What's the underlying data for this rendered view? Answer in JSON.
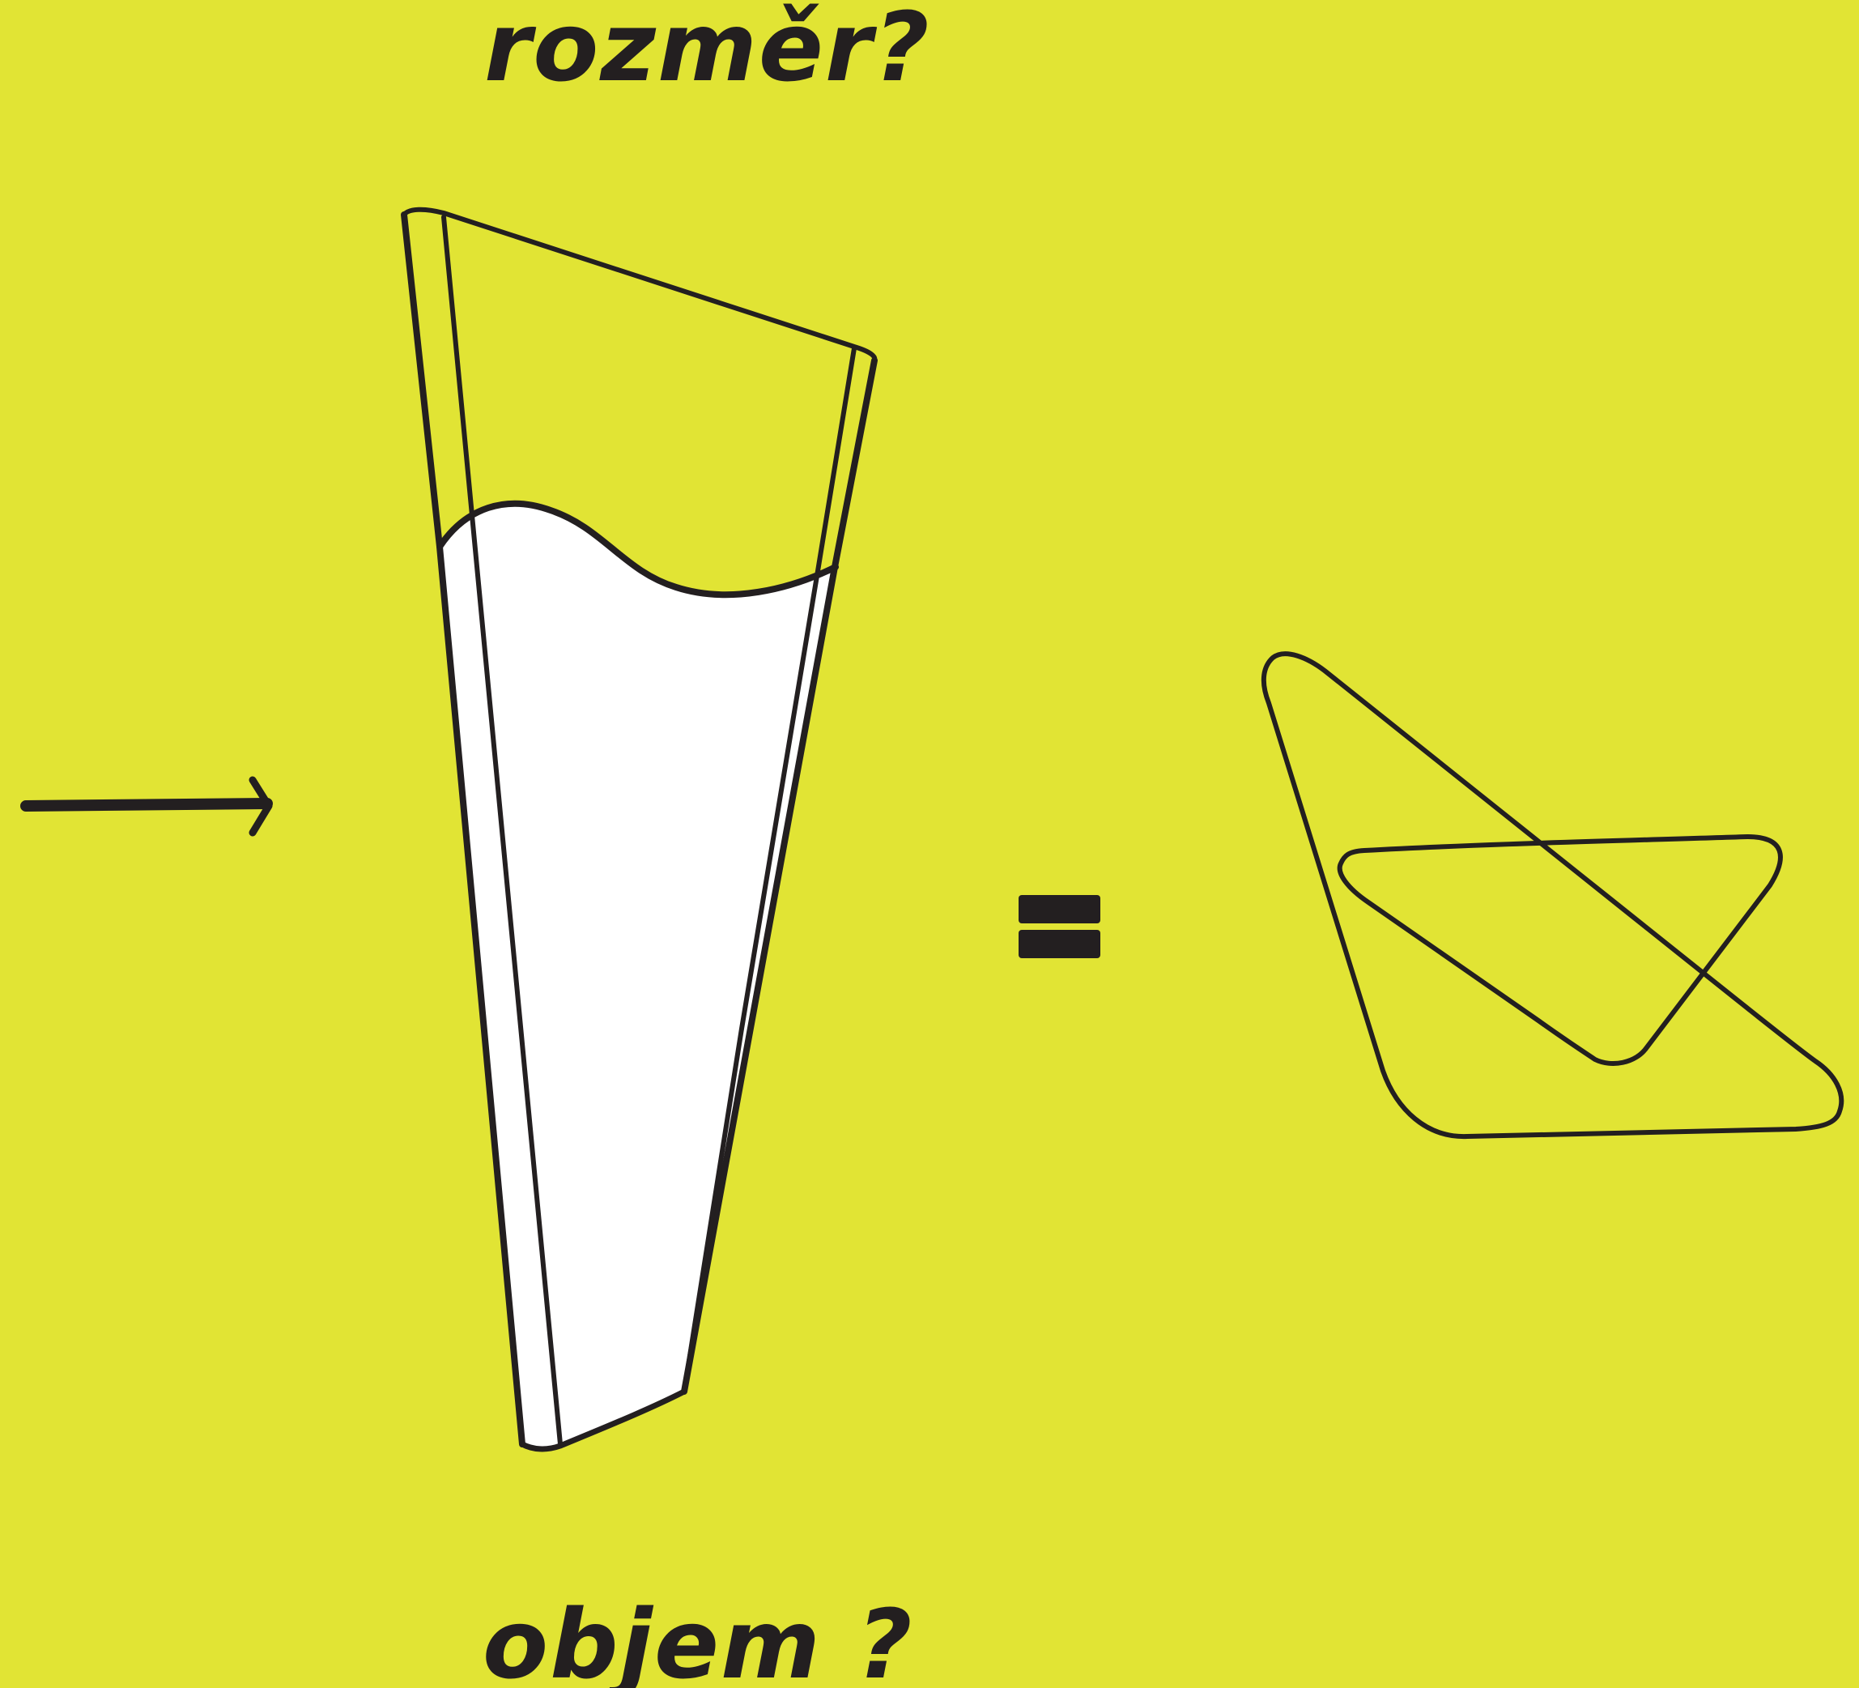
{
  "top_label": "rozměr?",
  "bottom_label": "objem ?",
  "colors": {
    "background": "#e1e434",
    "ink": "#231f20",
    "liquid": "#ffffff"
  },
  "icons": {
    "arrow": "arrow-right-icon",
    "equals": "equals-sign-icon",
    "glass": "tilted-glass-illustration",
    "result": "flattened-envelope-outline"
  }
}
